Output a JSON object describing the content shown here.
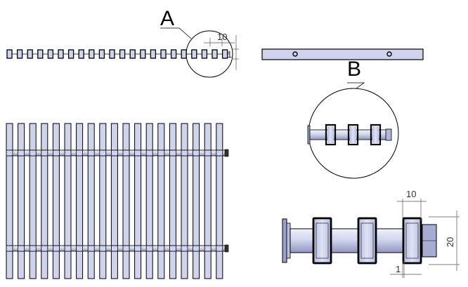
{
  "labels": {
    "detail_a": "A",
    "detail_b": "B"
  },
  "dimensions": {
    "top_pitch": "10",
    "top_end": "1",
    "detail_pitch": "10",
    "detail_height": "20",
    "detail_end": "1"
  },
  "colors": {
    "bar_fill": "#cfd3ec",
    "bar_shade": "#9aa0c8",
    "line": "#000000",
    "dim_line": "#555555",
    "rod_light": "#e8eaf6",
    "rod_dark": "#9da3c9"
  },
  "structure": {
    "top_view_bar_count": 22,
    "front_view_bar_count": 19,
    "detail_b_bar_count": 3,
    "detail_large_bar_count": 3
  }
}
